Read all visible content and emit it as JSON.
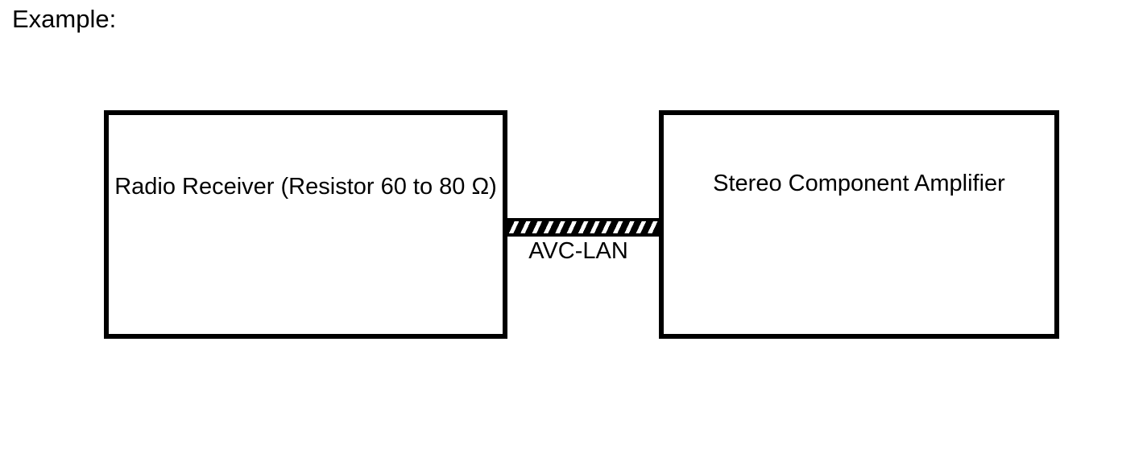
{
  "header": {
    "label": "Example:"
  },
  "diagram": {
    "boxes": [
      {
        "id": "radio-receiver",
        "label": "Radio Receiver (Resistor 60 to 80 Ω)"
      },
      {
        "id": "stereo-component-amplifier",
        "label": "Stereo Component Amplifier"
      }
    ],
    "connector": {
      "label": "AVC-LAN",
      "style": "hatched-shielded-wire-band"
    },
    "colors": {
      "foreground": "#000000",
      "background": "#ffffff"
    }
  }
}
